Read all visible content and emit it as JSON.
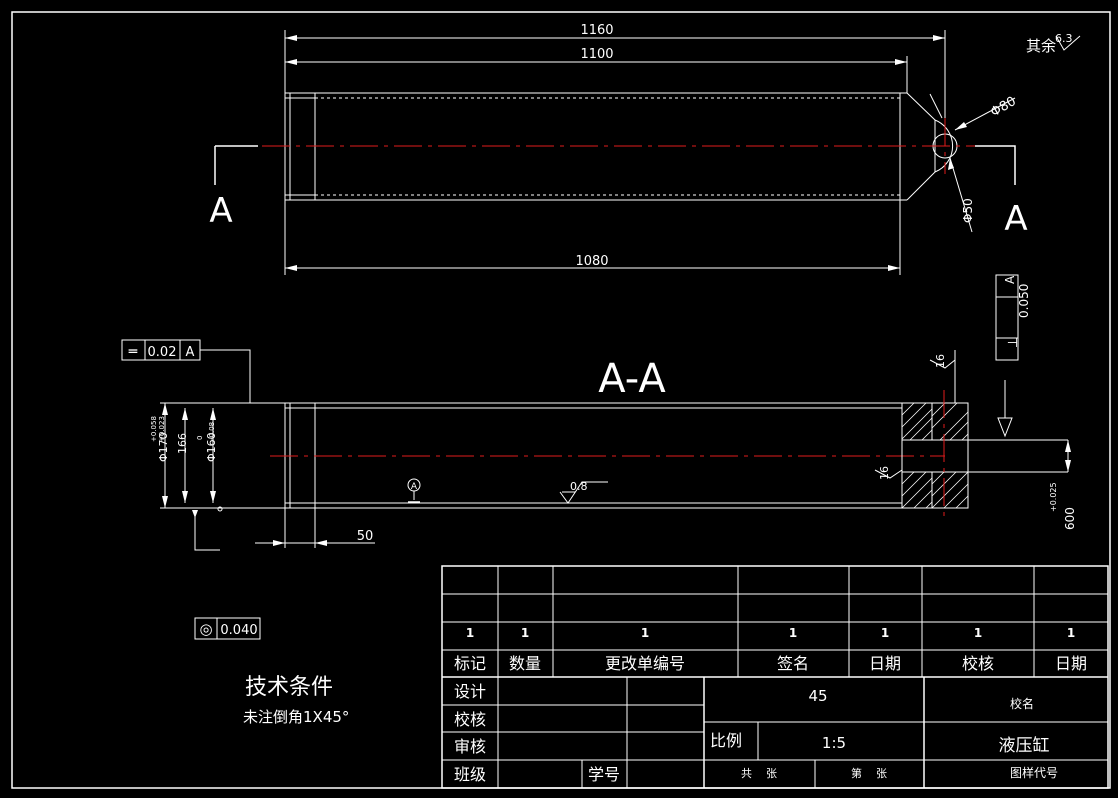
{
  "front_view": {
    "dim_overall": "1160",
    "dim_body": "1100",
    "dim_bottom": "1080",
    "dim_eye_dia": "Φ80",
    "dim_hole_dia": "Φ50",
    "section_mark_left": "A",
    "section_mark_right": "A",
    "roughness_other": "其余",
    "roughness_other_value": "6.3"
  },
  "section_view": {
    "title": "A-A",
    "flatness_symbol": "═",
    "flatness_value": "0.02",
    "flatness_datum": "A",
    "perp_symbol": "⊥",
    "perp_value": "0.050",
    "perp_datum": "A",
    "dim_outer_dia": "Φ170",
    "dim_outer_tol_upper": "+0.058",
    "dim_outer_tol_lower": "+0.023",
    "dim_166": "166",
    "dim_inner_dia": "Φ160",
    "dim_inner_tol_upper": "0",
    "dim_inner_tol_lower": "-0.08",
    "dim_50": "50",
    "dim_16_top": "16",
    "dim_16_bottom": "16",
    "dim_600": "600",
    "dim_600_tol": "+0.025",
    "datum_label": "A",
    "roughness_inner": "0.8"
  },
  "concentricity": {
    "symbol": "◎",
    "value": "0.040"
  },
  "tech_requirements": {
    "title": "技术条件",
    "line1": "未注倒角1X45°"
  },
  "revision_table": {
    "values_row": [
      "1",
      "1",
      "1",
      "1",
      "1",
      "1",
      "1"
    ],
    "headers": [
      "标记",
      "数量",
      "更改单编号",
      "签名",
      "日期",
      "校核",
      "日期"
    ]
  },
  "title_block": {
    "design": "设计",
    "check": "校核",
    "review": "审核",
    "class": "班级",
    "student_no": "学号",
    "material": "45",
    "scale_label": "比例",
    "scale_value": "1:5",
    "sheets_total": "共    张",
    "sheet_no": "第    张",
    "school": "校名",
    "part_name": "液压缸",
    "drawing_no": "图样代号"
  }
}
